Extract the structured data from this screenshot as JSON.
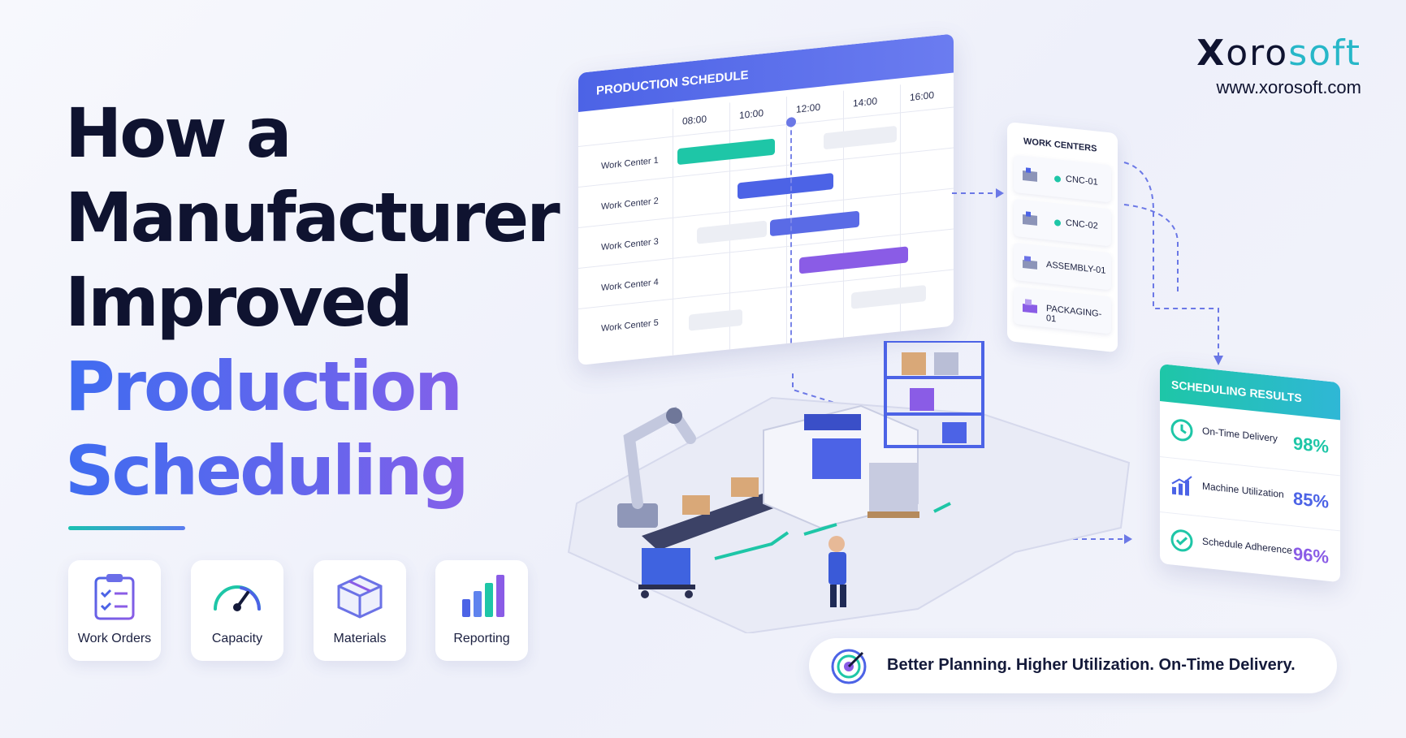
{
  "headline": {
    "line1": "How a",
    "line2": "Manufacturer",
    "line3": "Improved",
    "line4": "Production",
    "line5": "Scheduling"
  },
  "features": [
    {
      "label": "Work Orders",
      "icon": "clipboard-checklist-icon"
    },
    {
      "label": "Capacity",
      "icon": "gauge-icon"
    },
    {
      "label": "Materials",
      "icon": "box-icon"
    },
    {
      "label": "Reporting",
      "icon": "bar-chart-icon"
    }
  ],
  "logo": {
    "brand_x": "X",
    "brand_oro": "oro",
    "brand_soft": "soft",
    "url": "www.xorosoft.com"
  },
  "schedule": {
    "title": "PRODUCTION SCHEDULE",
    "times": [
      "08:00",
      "10:00",
      "12:00",
      "14:00",
      "16:00"
    ],
    "rows": [
      "Work Center 1",
      "Work Center 2",
      "Work Center 3",
      "Work Center 4",
      "Work Center 5"
    ]
  },
  "work_centers": {
    "title": "WORK CENTERS",
    "items": [
      "CNC-01",
      "CNC-02",
      "ASSEMBLY-01",
      "PACKAGING-01"
    ]
  },
  "results": {
    "title": "SCHEDULING RESULTS",
    "rows": [
      {
        "label": "On-Time Delivery",
        "value": "98%",
        "icon": "clock-icon",
        "color": "#1ec6a7"
      },
      {
        "label": "Machine Utilization",
        "value": "85%",
        "icon": "trend-chart-icon",
        "color": "#4c63e6"
      },
      {
        "label": "Schedule Adherence",
        "value": "96%",
        "icon": "check-circle-icon",
        "color": "#8a5ce6"
      }
    ]
  },
  "tagline": "Better Planning. Higher Utilization. On-Time Delivery.",
  "colors": {
    "teal": "#1ec6a7",
    "blue": "#4c63e6",
    "purple": "#8a5ce6",
    "navy": "#0f1330"
  }
}
